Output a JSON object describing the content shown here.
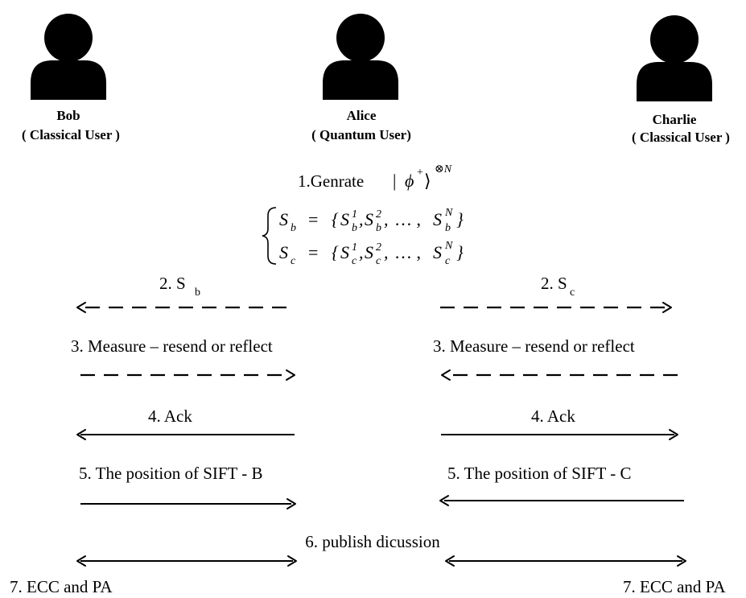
{
  "users": {
    "bob": {
      "name": "Bob",
      "role": "( Classical User )",
      "icon": "user-icon"
    },
    "alice": {
      "name": "Alice",
      "role": "( Quantum User)",
      "icon": "user-icon"
    },
    "charlie": {
      "name": "Charlie",
      "role": "( Classical User )",
      "icon": "user-icon"
    }
  },
  "step1": {
    "label": "1.Genrate",
    "state": "ϕ",
    "state_sup": "+",
    "power": "⊗N"
  },
  "sequences": {
    "sb": {
      "lhs": "S",
      "lhs_sub": "b",
      "eq": "=",
      "open": "{",
      "close": "}",
      "dots": "… ,",
      "elements": [
        {
          "base": "S",
          "sub": "b",
          "sup": "1"
        },
        {
          "base": "S",
          "sub": "b",
          "sup": "2"
        },
        {
          "base": "S",
          "sub": "b",
          "sup": "N"
        }
      ]
    },
    "sc": {
      "lhs": "S",
      "lhs_sub": "c",
      "eq": "=",
      "open": "{",
      "close": "}",
      "dots": "… ,",
      "elements": [
        {
          "base": "S",
          "sub": "c",
          "sup": "1"
        },
        {
          "base": "S",
          "sub": "c",
          "sup": "2"
        },
        {
          "base": "S",
          "sub": "c",
          "sup": "N"
        }
      ]
    }
  },
  "steps": {
    "s2_left": {
      "label": "2. S",
      "sub": "b"
    },
    "s2_right": {
      "label": "2. S",
      "sub": "c"
    },
    "s3_left": "3. Measure – resend or reflect",
    "s3_right": "3. Measure – resend or reflect",
    "s4_left": "4. Ack",
    "s4_right": "4. Ack",
    "s5_left": "5. The position of SIFT - B",
    "s5_right": "5. The position of SIFT - C",
    "s6": "6. publish  dicussion",
    "s7_left": "7. ECC and PA",
    "s7_right": "7. ECC and PA"
  }
}
